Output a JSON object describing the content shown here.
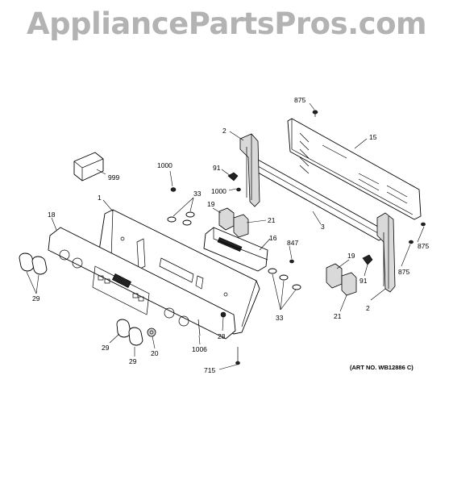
{
  "watermark": {
    "text": "AppliancePartsPros.com"
  },
  "diagram": {
    "art_number": "(ART NO. WB12886 C)",
    "callouts": [
      {
        "id": "c-875-top",
        "text": "875"
      },
      {
        "id": "c-15",
        "text": "15"
      },
      {
        "id": "c-2-top",
        "text": "2"
      },
      {
        "id": "c-999",
        "text": "999"
      },
      {
        "id": "c-1000-a",
        "text": "1000"
      },
      {
        "id": "c-91-top",
        "text": "91"
      },
      {
        "id": "c-1000-b",
        "text": "1000"
      },
      {
        "id": "c-1",
        "text": "1"
      },
      {
        "id": "c-33-top",
        "text": "33"
      },
      {
        "id": "c-19-top",
        "text": "19"
      },
      {
        "id": "c-21-top",
        "text": "21"
      },
      {
        "id": "c-3",
        "text": "3"
      },
      {
        "id": "c-18",
        "text": "18"
      },
      {
        "id": "c-16",
        "text": "16"
      },
      {
        "id": "c-847",
        "text": "847"
      },
      {
        "id": "c-875-right",
        "text": "875"
      },
      {
        "id": "c-19-right",
        "text": "19"
      },
      {
        "id": "c-875-right-b",
        "text": "875"
      },
      {
        "id": "c-91-right",
        "text": "91"
      },
      {
        "id": "c-29-left",
        "text": "29"
      },
      {
        "id": "c-2-right",
        "text": "2"
      },
      {
        "id": "c-33-bottom",
        "text": "33"
      },
      {
        "id": "c-21-right",
        "text": "21"
      },
      {
        "id": "c-28",
        "text": "28"
      },
      {
        "id": "c-29-mid",
        "text": "29"
      },
      {
        "id": "c-1006",
        "text": "1006"
      },
      {
        "id": "c-20",
        "text": "20"
      },
      {
        "id": "c-29-bottom",
        "text": "29"
      },
      {
        "id": "c-715",
        "text": "715"
      }
    ]
  }
}
